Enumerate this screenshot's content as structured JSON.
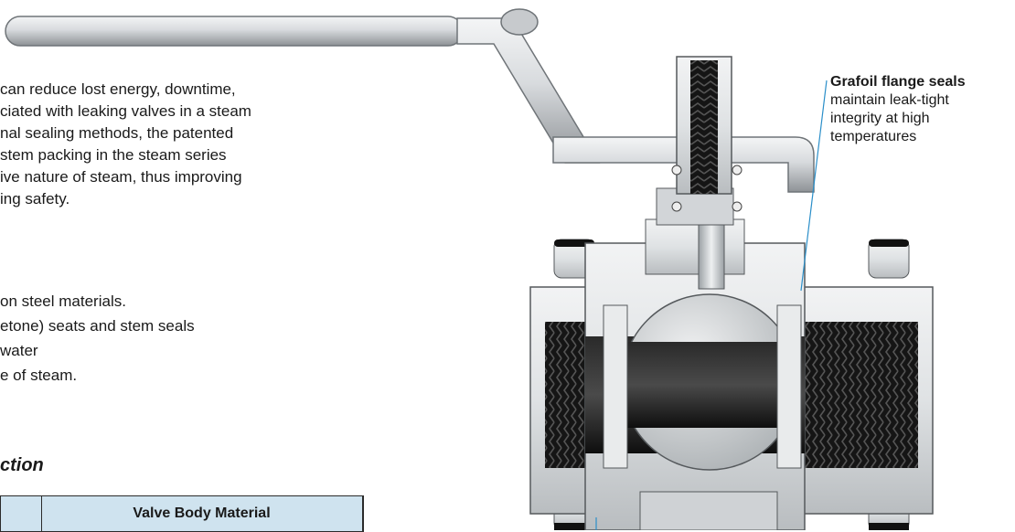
{
  "intro": {
    "lines": [
      "can reduce lost energy, downtime,",
      "ciated with leaking valves in a steam",
      "nal sealing methods, the patented",
      "stem packing in the steam series",
      "ive nature of steam, thus improving",
      "ing safety."
    ]
  },
  "features": [
    "on steel materials.",
    "etone) seats and stem seals",
    "water",
    "e of steam."
  ],
  "section_heading": "ction",
  "table": {
    "header": "Valve Body Material"
  },
  "callout": {
    "title": "Grafoil flange seals",
    "description_lines": [
      "maintain leak-tight",
      "integrity at high",
      "temperatures"
    ]
  },
  "colors": {
    "accent": "#2b8fc9",
    "table_header_bg": "#cfe3ef",
    "steel_light": "#e6e8ea",
    "steel_dark": "#8e9296",
    "black_bore": "#111111"
  }
}
